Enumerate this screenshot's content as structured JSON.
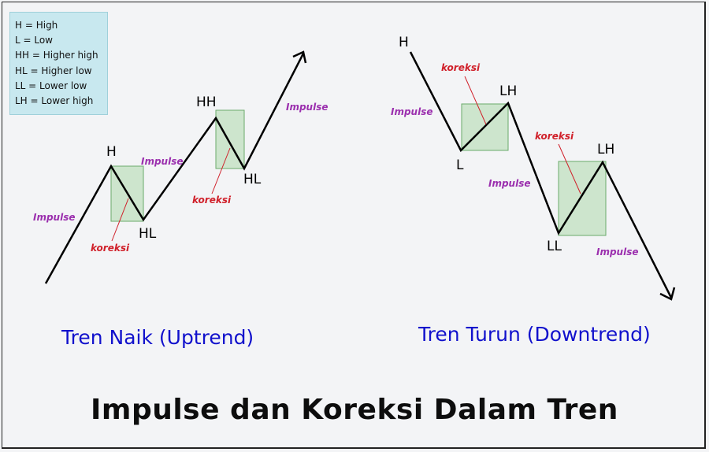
{
  "legend": {
    "items": [
      "H = High",
      "L = Low",
      "HH = Higher high",
      "HL = Higher low",
      "LL = Lower low",
      "LH = Lower high"
    ]
  },
  "uptrend": {
    "caption": "Tren Naik (Uptrend)",
    "labels": {
      "h": "H",
      "hl1": "HL",
      "hh": "HH",
      "hl2": "HL"
    },
    "impulse_labels": [
      "Impulse",
      "Impulse",
      "Impulse"
    ],
    "correction_labels": [
      "koreksi",
      "koreksi"
    ]
  },
  "downtrend": {
    "caption": "Tren Turun (Downtrend)",
    "labels": {
      "h": "H",
      "l": "L",
      "lh1": "LH",
      "ll": "LL",
      "lh2": "LH"
    },
    "impulse_labels": [
      "Impulse",
      "Impulse",
      "Impulse"
    ],
    "correction_labels": [
      "koreksi",
      "koreksi"
    ]
  },
  "title": "Impulse dan Koreksi Dalam Tren",
  "colors": {
    "impulse_text": "#9b2fae",
    "correction_text": "#d0202a",
    "caption_text": "#1111cc",
    "box_fill": "#cde5cd",
    "box_stroke": "#6aaa6a",
    "legend_bg": "#c8e8ef"
  }
}
